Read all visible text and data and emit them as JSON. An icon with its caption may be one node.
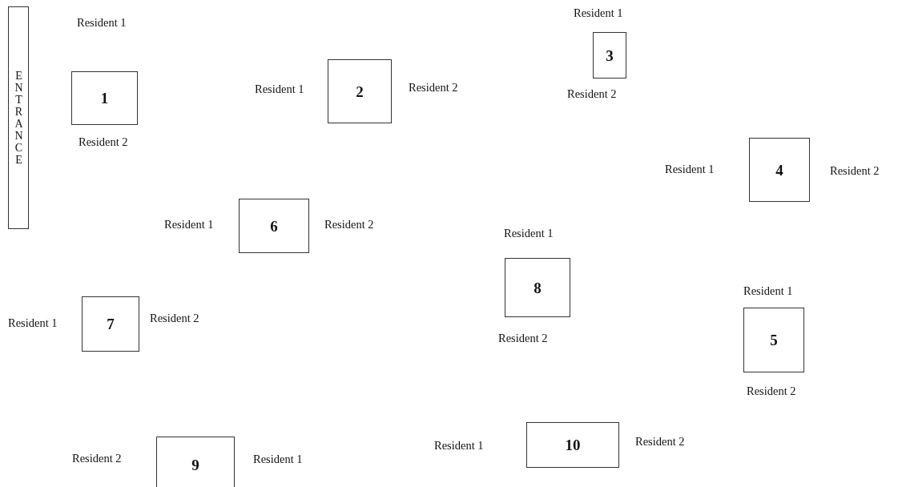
{
  "diagram": {
    "nodes": [
      {
        "text": [
          "ENTRANCE"
        ]
      },
      {
        "text": [
          "1"
        ],
        "beside": [
          "Resident 1",
          "Resident 2"
        ]
      },
      {
        "text": [
          "2"
        ],
        "beside": [
          "Resident 1",
          "Resident 2"
        ]
      },
      {
        "text": [
          "3"
        ],
        "beside": [
          "Resident 1",
          "Resident 2"
        ]
      },
      {
        "text": [
          "4"
        ],
        "beside": [
          "Resident 1",
          "Resident 2"
        ]
      },
      {
        "text": [
          "6"
        ],
        "beside": [
          "Resident 1",
          "Resident 2"
        ]
      },
      {
        "text": [
          "8"
        ],
        "beside": [
          "Resident 1",
          "Resident 2"
        ]
      },
      {
        "text": [
          "7"
        ],
        "beside": [
          "Resident 1",
          "Resident 2"
        ]
      },
      {
        "text": [
          "5"
        ],
        "beside": [
          "Resident 1",
          "Resident 2"
        ]
      },
      {
        "text": [
          "10"
        ],
        "beside": [
          "Resident 1",
          "Resident 2"
        ]
      },
      {
        "text": [
          "9"
        ],
        "beside": [
          "Resident 2",
          "Resident 1"
        ]
      }
    ]
  }
}
